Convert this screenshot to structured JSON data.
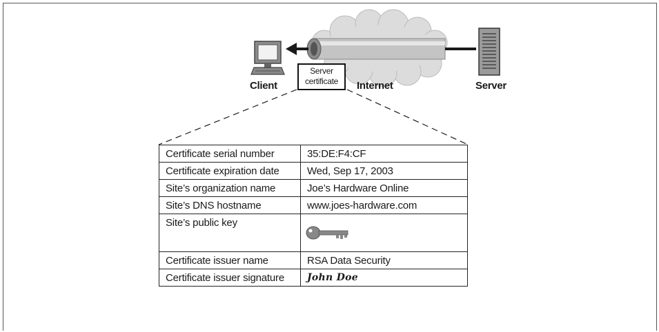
{
  "labels": {
    "client": "Client",
    "internet": "Internet",
    "server": "Server",
    "cert_line1": "Server",
    "cert_line2": "certificate"
  },
  "certificate_rows": [
    {
      "field": "Certificate serial number",
      "value": "35:DE:F4:CF",
      "kind": "text"
    },
    {
      "field": "Certificate expiration date",
      "value": "Wed, Sep 17, 2003",
      "kind": "text"
    },
    {
      "field": "Site’s organization name",
      "value": "Joe’s Hardware Online",
      "kind": "text"
    },
    {
      "field": "Site’s DNS hostname",
      "value": "www.joes-hardware.com",
      "kind": "text"
    },
    {
      "field": "Site’s public key",
      "value": "",
      "kind": "key-icon"
    },
    {
      "field": "Certificate issuer name",
      "value": "RSA Data Security",
      "kind": "text"
    },
    {
      "field": "Certificate issuer signature",
      "value": "John Doe",
      "kind": "signature"
    }
  ],
  "icons": [
    "computer-monitor-icon",
    "server-tower-icon",
    "internet-cloud-pipe-icon",
    "key-icon"
  ],
  "colors": {
    "ink": "#1a1a1a",
    "cloud": "#d9d9d9",
    "pipe": "#bdbdbd"
  }
}
